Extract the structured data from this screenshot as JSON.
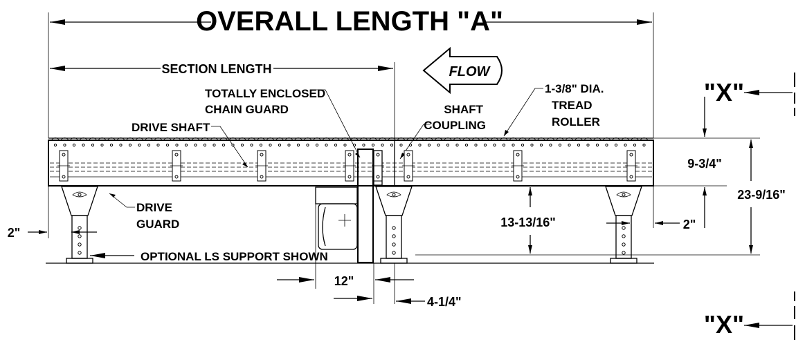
{
  "labels": {
    "overall_length": "OVERALL LENGTH \"A\"",
    "section_length": "SECTION LENGTH",
    "flow": "FLOW",
    "chain_guard_line1": "TOTALLY ENCLOSED",
    "chain_guard_line2": "CHAIN GUARD",
    "drive_shaft": "DRIVE SHAFT",
    "shaft_coupling_line1": "SHAFT",
    "shaft_coupling_line2": "COUPLING",
    "tread_roller_line1": "1-3/8\" DIA.",
    "tread_roller_line2": "TREAD",
    "tread_roller_line3": "ROLLER",
    "drive_guard_line1": "DRIVE",
    "drive_guard_line2": "GUARD",
    "optional_support": "OPTIONAL LS SUPPORT SHOWN",
    "section_marker_top": "\"X\"",
    "section_marker_bottom": "\"X\""
  },
  "dimensions": {
    "frame_height": "9-3/4\"",
    "overall_height": "23-9/16\"",
    "under_frame_clearance": "13-13/16\"",
    "left_overhang": "2\"",
    "right_overhang": "2\"",
    "drive_offset": "12\"",
    "drive_width": "4-1/4\""
  }
}
